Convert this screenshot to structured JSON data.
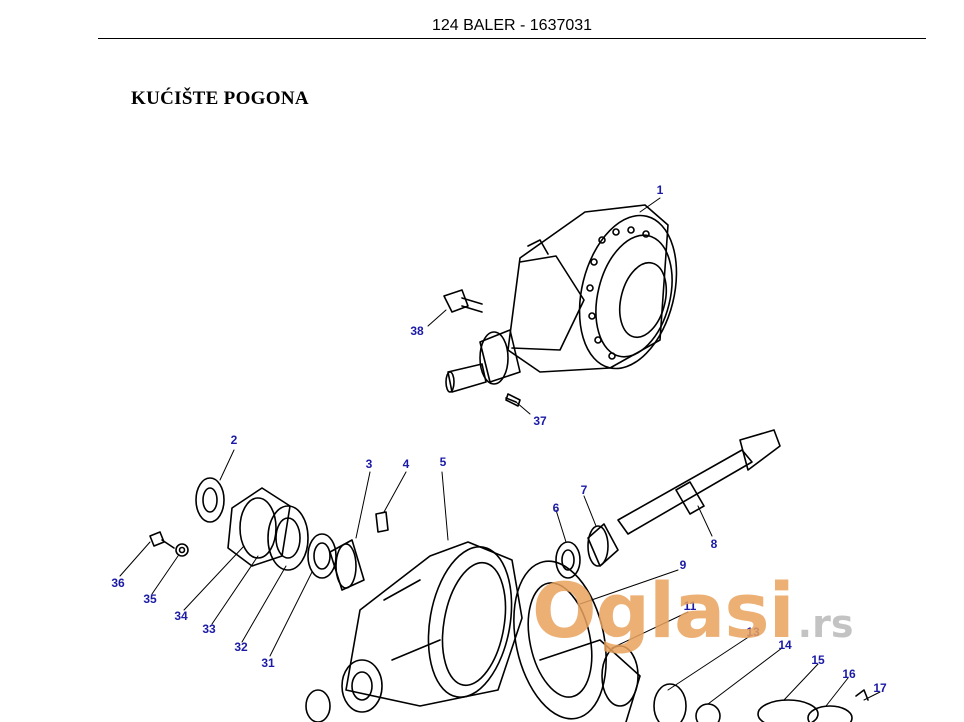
{
  "header": {
    "title": "124 BALER - 1637031"
  },
  "section": {
    "title": "KUĆIŠTE POGONA"
  },
  "callouts": [
    "1",
    "2",
    "3",
    "4",
    "5",
    "6",
    "7",
    "8",
    "9",
    "11",
    "13",
    "14",
    "15",
    "16",
    "17",
    "31",
    "32",
    "33",
    "34",
    "35",
    "36",
    "37",
    "38"
  ],
  "watermark": {
    "name": "Oglasi",
    "tld": ".rs"
  },
  "colors": {
    "callout": "#1a1aa6",
    "line": "#000000",
    "watermark": "#e9a35e"
  }
}
